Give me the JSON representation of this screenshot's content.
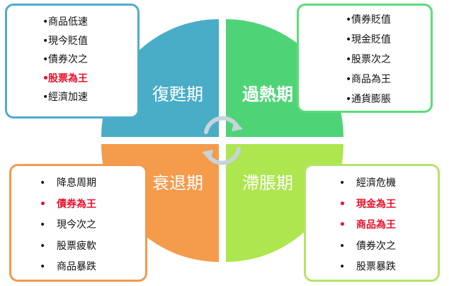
{
  "quadrants": {
    "tl": {
      "label": "復甦期",
      "color": "#4aadc8"
    },
    "tr": {
      "label": "過熱期",
      "color": "#4ed476"
    },
    "bl": {
      "label": "衰退期",
      "color": "#f59b4c"
    },
    "br": {
      "label": "滯脹期",
      "color": "#ade64e"
    }
  },
  "boxes": {
    "top_left": {
      "items": [
        {
          "bullet": "•",
          "text": "商品低速"
        },
        {
          "bullet": "•",
          "text": "現今貶值"
        },
        {
          "bullet": "•",
          "text": "債券次之"
        },
        {
          "bullet": "•",
          "text": "股票為王"
        },
        {
          "bullet": "•",
          "text": "經濟加速"
        }
      ]
    },
    "top_right": {
      "items": [
        {
          "bullet": "•",
          "text": "債券貶值"
        },
        {
          "bullet": "•",
          "text": "現金貶值"
        },
        {
          "bullet": "•",
          "text": "股票次之"
        },
        {
          "bullet": "•",
          "text": "商品為王"
        },
        {
          "bullet": "•",
          "text": "通貨膨脹"
        }
      ]
    },
    "bottom_left": {
      "items": [
        {
          "bullet": "•",
          "text": "降息周期"
        },
        {
          "bullet": "•",
          "text": "債券為王"
        },
        {
          "bullet": "•",
          "text": "現今次之"
        },
        {
          "bullet": "•",
          "text": "股票疲軟"
        },
        {
          "bullet": "•",
          "text": "商品暴跌"
        }
      ]
    },
    "bottom_right": {
      "items": [
        {
          "bullet": "•",
          "text": "經濟危機"
        },
        {
          "bullet": "•",
          "text": "現金為王"
        },
        {
          "bullet": "•",
          "text": "商品為王"
        },
        {
          "bullet": "•",
          "text": "債券次之"
        },
        {
          "bullet": "•",
          "text": "股票暴跌"
        }
      ]
    }
  },
  "colors": {
    "highlight": "#e8102a",
    "arrow": "#c8d4dc"
  }
}
